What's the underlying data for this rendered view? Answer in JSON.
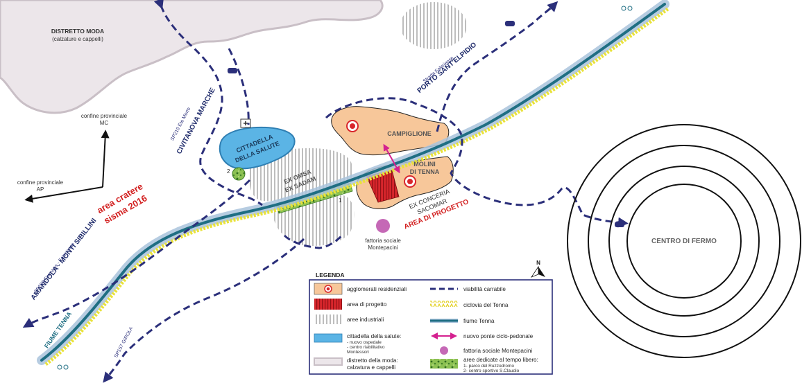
{
  "places": {
    "distretto_moda_1": "DISTRETTO MODA",
    "distretto_moda_2": "(calzature e cappelli)",
    "confine_mc_1": "confine provinciale",
    "confine_mc_2": "MC",
    "confine_ap_1": "confine provinciale",
    "confine_ap_2": "AP",
    "cratere_1": "area cratere",
    "cratere_2": "sisma 2016",
    "sp219_ete": "SP219 Ete Morto",
    "civitanova": "CIVITANOVA MARCHE",
    "cittadella_1": "CITTADELLA",
    "cittadella_2": "DELLA SALUTE",
    "marker_2": "2",
    "marker_1": "1",
    "ex_omsa": "EX OMSA",
    "ex_sadam": "EX SADAM",
    "campiglione": "CAMPIGLIONE",
    "molini_1": "MOLINI",
    "molini_2": "DI TENNA",
    "ex_conceria_1": "EX CONCERIA",
    "ex_conceria_2": "SACOMAR",
    "area_progetto": "AREA DI PROGETTO",
    "fattoria_1": "fattoria sociale",
    "fattoria_2": "Montepacini",
    "strada_faleriense": "Strada Faleriense",
    "porto": "PORTO SANT'ELPIDIO",
    "centro_fermo": "CENTRO DI FERMO",
    "sp239": "SP239 Fermana - Faleriense",
    "amandola": "AMANDOLA - MONTI SIBILLINI",
    "fiume_tenna": "FIUME TENNA",
    "sp157": "SP157 GIROLA",
    "north": "N"
  },
  "legend": {
    "title": "LEGENDA",
    "left": [
      {
        "label": "agglomerati residenziali"
      },
      {
        "label": "area di progetto"
      },
      {
        "label": "aree industriali"
      },
      {
        "label": "cittadella della salute:",
        "sub": [
          "- nuovo ospedale",
          "- centro riabilitativo",
          "Montessori"
        ]
      },
      {
        "label": "distretto della moda:",
        "sub": [
          "calzatura e cappelli"
        ]
      }
    ],
    "right": [
      {
        "label": "viabilità carrabile"
      },
      {
        "label": "ciclovia del Tenna"
      },
      {
        "label": "fiume Tenna"
      },
      {
        "label": "nuovo ponte ciclo-pedonale"
      },
      {
        "label": "fattoria sociale Montepacini"
      },
      {
        "label": "aree dedicate al tempo libero:",
        "sub": [
          "1- parco del Ruzzodromo",
          "2- centro sportivo S.Claudio"
        ]
      }
    ]
  },
  "colors": {
    "road": "#2b2f7a",
    "river": "#1f6e83",
    "river_halo": "#a9c3dc",
    "cycle": "#e9e23a",
    "residential": "#f7c79a",
    "project": "#d8262c",
    "health": "#5bb4e5",
    "fashion": "#ece6ea",
    "leisure": "#7bb54a",
    "bridge": "#d4218f",
    "farm": "#c568b6"
  }
}
